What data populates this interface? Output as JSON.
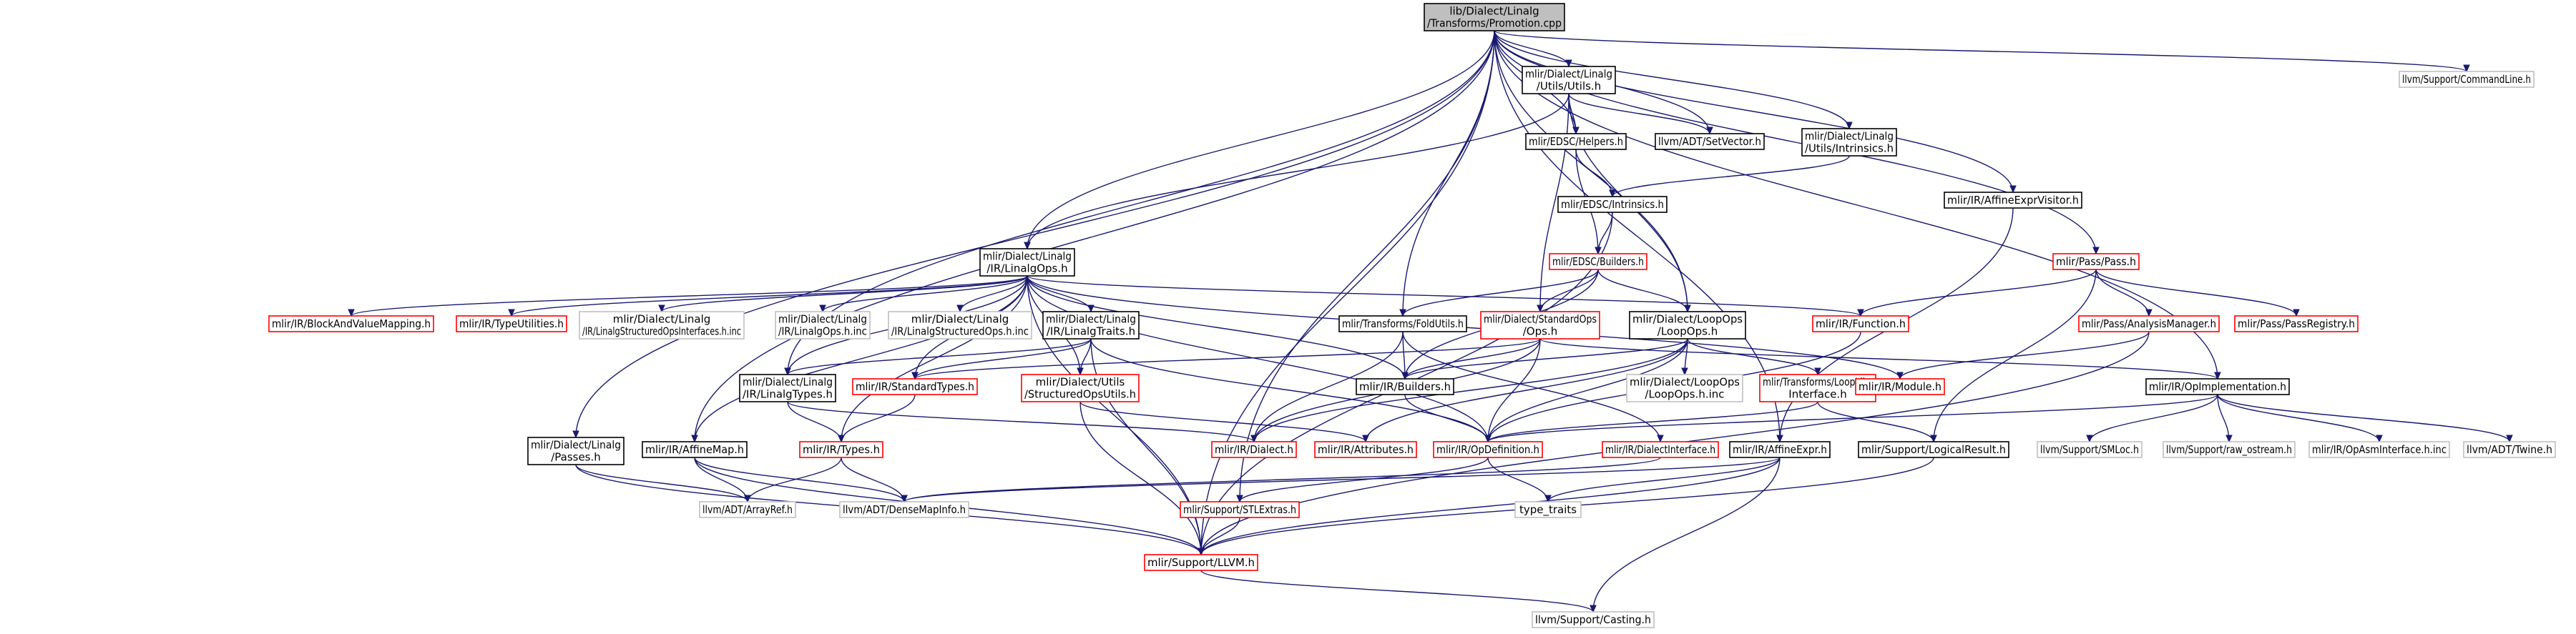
{
  "colors": {
    "root_fill": "#bfbfbf",
    "box_black": "#000000",
    "box_red": "#ff0000",
    "box_gray": "#bfbfbf",
    "edge": "#191970",
    "text": "#000000"
  },
  "nodes": [
    {
      "id": "root",
      "lines": [
        "lib/Dialect/Linalg",
        "/Transforms/Promotion.cpp"
      ],
      "style": "root"
    },
    {
      "id": "cmdline",
      "lines": [
        "llvm/Support/CommandLine.h"
      ],
      "style": "gray"
    },
    {
      "id": "utils",
      "lines": [
        "mlir/Dialect/Linalg",
        "/Utils/Utils.h"
      ],
      "style": "black"
    },
    {
      "id": "helpers",
      "lines": [
        "mlir/EDSC/Helpers.h"
      ],
      "style": "black"
    },
    {
      "id": "setvector",
      "lines": [
        "llvm/ADT/SetVector.h"
      ],
      "style": "black"
    },
    {
      "id": "linalg_intrinsics",
      "lines": [
        "mlir/Dialect/Linalg",
        "/Utils/Intrinsics.h"
      ],
      "style": "black"
    },
    {
      "id": "edsc_intrinsics",
      "lines": [
        "mlir/EDSC/Intrinsics.h"
      ],
      "style": "black"
    },
    {
      "id": "affine_expr_visitor",
      "lines": [
        "mlir/IR/AffineExprVisitor.h"
      ],
      "style": "black"
    },
    {
      "id": "linalg_ops",
      "lines": [
        "mlir/Dialect/Linalg",
        "/IR/LinalgOps.h"
      ],
      "style": "black"
    },
    {
      "id": "edsc_builders",
      "lines": [
        "mlir/EDSC/Builders.h"
      ],
      "style": "red"
    },
    {
      "id": "pass",
      "lines": [
        "mlir/Pass/Pass.h"
      ],
      "style": "red"
    },
    {
      "id": "block_value_mapping",
      "lines": [
        "mlir/IR/BlockAndValueMapping.h"
      ],
      "style": "red"
    },
    {
      "id": "type_utilities",
      "lines": [
        "mlir/IR/TypeUtilities.h"
      ],
      "style": "red"
    },
    {
      "id": "structured_ifaces",
      "lines": [
        "mlir/Dialect/Linalg",
        "/IR/LinalgStructuredOpsInterfaces.h.inc"
      ],
      "style": "gray"
    },
    {
      "id": "linalg_ops_inc",
      "lines": [
        "mlir/Dialect/Linalg",
        "/IR/LinalgOps.h.inc"
      ],
      "style": "gray"
    },
    {
      "id": "structured_ops_inc",
      "lines": [
        "mlir/Dialect/Linalg",
        "/IR/LinalgStructuredOps.h.inc"
      ],
      "style": "gray"
    },
    {
      "id": "linalg_traits",
      "lines": [
        "mlir/Dialect/Linalg",
        "/IR/LinalgTraits.h"
      ],
      "style": "black"
    },
    {
      "id": "fold_utils",
      "lines": [
        "mlir/Transforms/FoldUtils.h"
      ],
      "style": "black"
    },
    {
      "id": "standard_ops",
      "lines": [
        "mlir/Dialect/StandardOps",
        "/Ops.h"
      ],
      "style": "red"
    },
    {
      "id": "loop_ops",
      "lines": [
        "mlir/Dialect/LoopOps",
        "/LoopOps.h"
      ],
      "style": "black"
    },
    {
      "id": "function",
      "lines": [
        "mlir/IR/Function.h"
      ],
      "style": "red"
    },
    {
      "id": "analysis_manager",
      "lines": [
        "mlir/Pass/AnalysisManager.h"
      ],
      "style": "red"
    },
    {
      "id": "pass_registry",
      "lines": [
        "mlir/Pass/PassRegistry.h"
      ],
      "style": "red"
    },
    {
      "id": "linalg_types",
      "lines": [
        "mlir/Dialect/Linalg",
        "/IR/LinalgTypes.h"
      ],
      "style": "black"
    },
    {
      "id": "standard_types",
      "lines": [
        "mlir/IR/StandardTypes.h"
      ],
      "style": "red"
    },
    {
      "id": "structured_ops_utils",
      "lines": [
        "mlir/Dialect/Utils",
        "/StructuredOpsUtils.h"
      ],
      "style": "red"
    },
    {
      "id": "builders",
      "lines": [
        "mlir/IR/Builders.h"
      ],
      "style": "black"
    },
    {
      "id": "loop_ops_inc",
      "lines": [
        "mlir/Dialect/LoopOps",
        "/LoopOps.h.inc"
      ],
      "style": "gray"
    },
    {
      "id": "loop_like",
      "lines": [
        "mlir/Transforms/LoopLike",
        "Interface.h"
      ],
      "style": "red"
    },
    {
      "id": "module",
      "lines": [
        "mlir/IR/Module.h"
      ],
      "style": "red"
    },
    {
      "id": "op_implementation",
      "lines": [
        "mlir/IR/OpImplementation.h"
      ],
      "style": "black"
    },
    {
      "id": "linalg_passes",
      "lines": [
        "mlir/Dialect/Linalg",
        "/Passes.h"
      ],
      "style": "black"
    },
    {
      "id": "affine_map",
      "lines": [
        "mlir/IR/AffineMap.h"
      ],
      "style": "black"
    },
    {
      "id": "types",
      "lines": [
        "mlir/IR/Types.h"
      ],
      "style": "red"
    },
    {
      "id": "dialect",
      "lines": [
        "mlir/IR/Dialect.h"
      ],
      "style": "red"
    },
    {
      "id": "attributes",
      "lines": [
        "mlir/IR/Attributes.h"
      ],
      "style": "red"
    },
    {
      "id": "op_definition",
      "lines": [
        "mlir/IR/OpDefinition.h"
      ],
      "style": "red"
    },
    {
      "id": "dialect_interface",
      "lines": [
        "mlir/IR/DialectInterface.h"
      ],
      "style": "red"
    },
    {
      "id": "affine_expr",
      "lines": [
        "mlir/IR/AffineExpr.h"
      ],
      "style": "black"
    },
    {
      "id": "logical_result",
      "lines": [
        "mlir/Support/LogicalResult.h"
      ],
      "style": "black"
    },
    {
      "id": "smloc",
      "lines": [
        "llvm/Support/SMLoc.h"
      ],
      "style": "gray"
    },
    {
      "id": "raw_ostream",
      "lines": [
        "llvm/Support/raw_ostream.h"
      ],
      "style": "gray"
    },
    {
      "id": "op_asm_iface",
      "lines": [
        "mlir/IR/OpAsmInterface.h.inc"
      ],
      "style": "gray"
    },
    {
      "id": "twine",
      "lines": [
        "llvm/ADT/Twine.h"
      ],
      "style": "gray"
    },
    {
      "id": "array_ref",
      "lines": [
        "llvm/ADT/ArrayRef.h"
      ],
      "style": "gray"
    },
    {
      "id": "dense_map_info",
      "lines": [
        "llvm/ADT/DenseMapInfo.h"
      ],
      "style": "gray"
    },
    {
      "id": "stl_extras",
      "lines": [
        "mlir/Support/STLExtras.h"
      ],
      "style": "red"
    },
    {
      "id": "type_traits",
      "lines": [
        "type_traits"
      ],
      "style": "gray"
    },
    {
      "id": "llvm_h",
      "lines": [
        "mlir/Support/LLVM.h"
      ],
      "style": "red"
    },
    {
      "id": "casting",
      "lines": [
        "llvm/Support/Casting.h"
      ],
      "style": "gray"
    }
  ],
  "edges": [
    [
      "root",
      "cmdline"
    ],
    [
      "root",
      "utils"
    ],
    [
      "root",
      "helpers"
    ],
    [
      "root",
      "setvector"
    ],
    [
      "root",
      "linalg_intrinsics"
    ],
    [
      "root",
      "affine_expr_visitor"
    ],
    [
      "root",
      "linalg_ops"
    ],
    [
      "root",
      "pass"
    ],
    [
      "root",
      "fold_utils"
    ],
    [
      "root",
      "loop_ops"
    ],
    [
      "root",
      "linalg_types"
    ],
    [
      "root",
      "stl_extras"
    ],
    [
      "root",
      "affine_expr"
    ],
    [
      "root",
      "linalg_passes"
    ],
    [
      "root",
      "affine_map"
    ],
    [
      "root",
      "llvm_h"
    ],
    [
      "root",
      "op_implementation"
    ],
    [
      "utils",
      "helpers"
    ],
    [
      "utils",
      "setvector"
    ],
    [
      "utils",
      "linalg_ops"
    ],
    [
      "utils",
      "loop_ops"
    ],
    [
      "utils",
      "standard_ops"
    ],
    [
      "helpers",
      "edsc_intrinsics"
    ],
    [
      "helpers",
      "edsc_builders"
    ],
    [
      "linalg_intrinsics",
      "edsc_intrinsics"
    ],
    [
      "edsc_intrinsics",
      "edsc_builders"
    ],
    [
      "edsc_intrinsics",
      "llvm_h"
    ],
    [
      "edsc_builders",
      "fold_utils"
    ],
    [
      "edsc_builders",
      "standard_ops"
    ],
    [
      "edsc_builders",
      "loop_ops"
    ],
    [
      "edsc_builders",
      "builders"
    ],
    [
      "affine_expr_visitor",
      "affine_expr"
    ],
    [
      "linalg_ops",
      "block_value_mapping"
    ],
    [
      "linalg_ops",
      "type_utilities"
    ],
    [
      "linalg_ops",
      "structured_ifaces"
    ],
    [
      "linalg_ops",
      "linalg_ops_inc"
    ],
    [
      "linalg_ops",
      "structured_ops_inc"
    ],
    [
      "linalg_ops",
      "linalg_traits"
    ],
    [
      "linalg_ops",
      "linalg_types"
    ],
    [
      "linalg_ops",
      "standard_types"
    ],
    [
      "linalg_ops",
      "structured_ops_utils"
    ],
    [
      "linalg_ops",
      "builders"
    ],
    [
      "linalg_ops",
      "function"
    ],
    [
      "linalg_ops",
      "module"
    ],
    [
      "linalg_ops",
      "affine_map"
    ],
    [
      "linalg_ops",
      "types"
    ],
    [
      "linalg_ops",
      "op_definition"
    ],
    [
      "linalg_ops",
      "llvm_h"
    ],
    [
      "pass",
      "function"
    ],
    [
      "pass",
      "analysis_manager"
    ],
    [
      "pass",
      "pass_registry"
    ],
    [
      "pass",
      "logical_result"
    ],
    [
      "linalg_traits",
      "linalg_types"
    ],
    [
      "linalg_traits",
      "standard_types"
    ],
    [
      "linalg_traits",
      "structured_ops_utils"
    ],
    [
      "linalg_traits",
      "op_definition"
    ],
    [
      "linalg_traits",
      "llvm_h"
    ],
    [
      "fold_utils",
      "builders"
    ],
    [
      "fold_utils",
      "dialect"
    ],
    [
      "fold_utils",
      "dialect_interface"
    ],
    [
      "standard_ops",
      "builders"
    ],
    [
      "standard_ops",
      "dialect"
    ],
    [
      "standard_ops",
      "op_definition"
    ],
    [
      "standard_ops",
      "standard_types"
    ],
    [
      "standard_ops",
      "op_implementation"
    ],
    [
      "loop_ops",
      "builders"
    ],
    [
      "loop_ops",
      "loop_ops_inc"
    ],
    [
      "loop_ops",
      "loop_like"
    ],
    [
      "loop_ops",
      "op_definition"
    ],
    [
      "loop_ops",
      "attributes"
    ],
    [
      "loop_ops",
      "dialect"
    ],
    [
      "function",
      "op_definition"
    ],
    [
      "analysis_manager",
      "module"
    ],
    [
      "analysis_manager",
      "llvm_h"
    ],
    [
      "linalg_types",
      "dialect"
    ],
    [
      "linalg_types",
      "types"
    ],
    [
      "standard_types",
      "types"
    ],
    [
      "structured_ops_utils",
      "attributes"
    ],
    [
      "structured_ops_utils",
      "llvm_h"
    ],
    [
      "builders",
      "op_definition"
    ],
    [
      "loop_like",
      "op_definition"
    ],
    [
      "loop_like",
      "logical_result"
    ],
    [
      "op_implementation",
      "op_definition"
    ],
    [
      "op_implementation",
      "smloc"
    ],
    [
      "op_implementation",
      "raw_ostream"
    ],
    [
      "op_implementation",
      "op_asm_iface"
    ],
    [
      "op_implementation",
      "twine"
    ],
    [
      "linalg_passes",
      "array_ref"
    ],
    [
      "linalg_passes",
      "llvm_h"
    ],
    [
      "affine_map",
      "array_ref"
    ],
    [
      "affine_map",
      "dense_map_info"
    ],
    [
      "affine_map",
      "llvm_h"
    ],
    [
      "types",
      "array_ref"
    ],
    [
      "types",
      "dense_map_info"
    ],
    [
      "op_definition",
      "type_traits"
    ],
    [
      "op_definition",
      "stl_extras"
    ],
    [
      "dialect_interface",
      "dense_map_info"
    ],
    [
      "affine_expr",
      "type_traits"
    ],
    [
      "affine_expr",
      "llvm_h"
    ],
    [
      "affine_expr",
      "casting"
    ],
    [
      "affine_expr",
      "dense_map_info"
    ],
    [
      "logical_result",
      "llvm_h"
    ],
    [
      "stl_extras",
      "llvm_h"
    ],
    [
      "llvm_h",
      "casting"
    ]
  ]
}
